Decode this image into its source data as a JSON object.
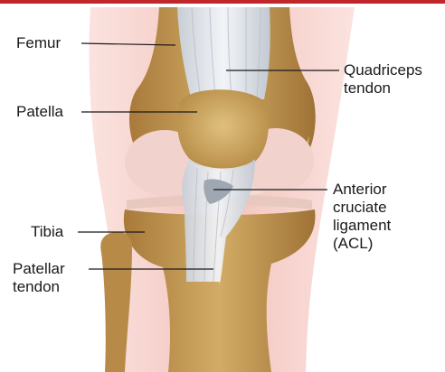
{
  "colors": {
    "accent": "#c0272d",
    "bone": "#c9a15a",
    "tendon": "#dfe3e8",
    "skin": "#f4c9c4",
    "cartilage": "#f3dcd6",
    "label_text": "#1a1a1a"
  },
  "labels": {
    "femur": "Femur",
    "quadriceps_tendon": "Quadriceps\ntendon",
    "patella": "Patella",
    "acl": "Anterior\ncruciate\nligament\n(ACL)",
    "tibia": "Tibia",
    "patellar_tendon": "Patellar\ntendon"
  }
}
